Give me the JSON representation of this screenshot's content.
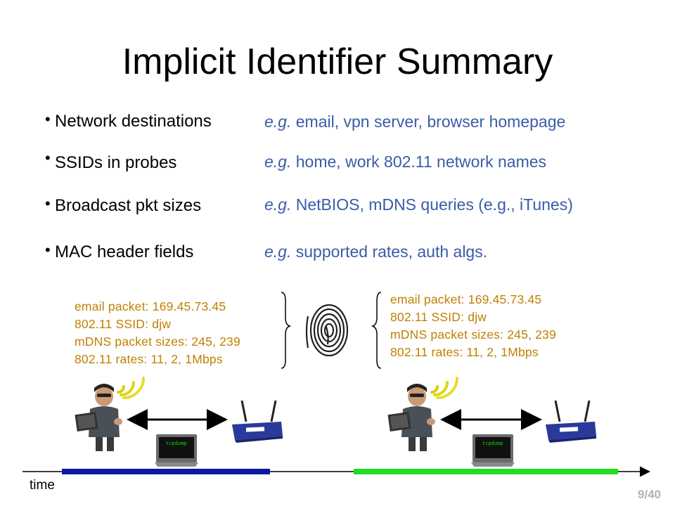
{
  "title": "Implicit Identifier Summary",
  "bullets": [
    {
      "label": "Network destinations",
      "example_prefix": "e.g.",
      "example": " email, vpn server, browser homepage"
    },
    {
      "label": "SSIDs in probes",
      "example_prefix": "e.g.",
      "example": " home, work 802.11 network names"
    },
    {
      "label": "Broadcast pkt sizes",
      "example_prefix": "e.g.",
      "example": " NetBIOS, mDNS queries (e.g., iTunes)"
    },
    {
      "label": "MAC header fields",
      "example_prefix": "e.g.",
      "example": " supported rates, auth algs."
    }
  ],
  "left_info": [
    "email packet: 169.45.73.45",
    "802.11 SSID: djw",
    "mDNS packet sizes: 245, 239",
    "802.11 rates: 11, 2, 1Mbps"
  ],
  "right_info": [
    "email packet: 169.45.73.45",
    "802.11 SSID: djw",
    "mDNS packet sizes: 245, 239",
    "802.11 rates: 11, 2, 1Mbps"
  ],
  "laptop_label": "tcpdump",
  "timeline_label": "time",
  "page_number": "9/40",
  "colors": {
    "example_text": "#3a5ca8",
    "info_text": "#c08000",
    "timeline_left": "#0a1aa0",
    "timeline_right": "#22dd22",
    "page_number": "#b3b3b3"
  },
  "icons": [
    "fingerprint-icon",
    "wifi-signal-icon",
    "wireless-router-icon",
    "laptop-icon",
    "person-with-laptop-icon"
  ]
}
